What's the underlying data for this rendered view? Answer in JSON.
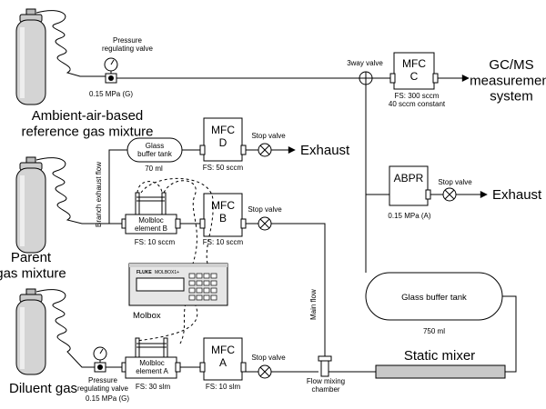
{
  "labels": {
    "pressure_valve_top": "Pressure\nregulating valve",
    "pressure_top_value": "0.15 MPa (G)",
    "ambient_gas": "Ambient-air-based\nreference gas mixture",
    "three_way_valve": "3way valve",
    "mfc_c_name": "MFC\nC",
    "mfc_c_fs": "FS: 300 sccm\n40 sccm constant",
    "gcms": "GC/MS\nmeasurement\nsystem",
    "glass_buffer_small": "Glass\nbuffer tank",
    "buffer_small_volume": "70 ml",
    "mfc_d_name": "MFC\nD",
    "mfc_d_fs": "FS: 50 sccm",
    "stop_valve": "Stop valve",
    "exhaust": "Exhaust",
    "branch_exhaust_flow": "Branch exhaust flow",
    "abpr": "ABPR",
    "abpr_pressure": "0.15 MPa (A)",
    "molbloc_b": "Molbloc\nelement B",
    "molbloc_b_fs": "FS: 10 sccm",
    "mfc_b_name": "MFC\nB",
    "mfc_b_fs": "FS: 10 sccm",
    "parent_gas": "Parent\ngas mixture",
    "fluke": "FLUKE",
    "molbox_model": "MOLBOX1+",
    "molbox": "Molbox",
    "main_flow": "Main flow",
    "glass_buffer_large": "Glass buffer tank",
    "buffer_large_volume": "750 ml",
    "molbloc_a": "Molbloc\nelement A",
    "molbloc_a_fs": "FS: 30 slm",
    "mfc_a_name": "MFC\nA",
    "mfc_a_fs": "FS: 10 slm",
    "flow_mixing": "Flow mixing\nchamber",
    "static_mixer": "Static mixer",
    "diluent_gas": "Diluent gas",
    "pressure_valve_bottom": "Pressure\nregulating valve",
    "pressure_bottom_value": "0.15 MPa (G)"
  }
}
